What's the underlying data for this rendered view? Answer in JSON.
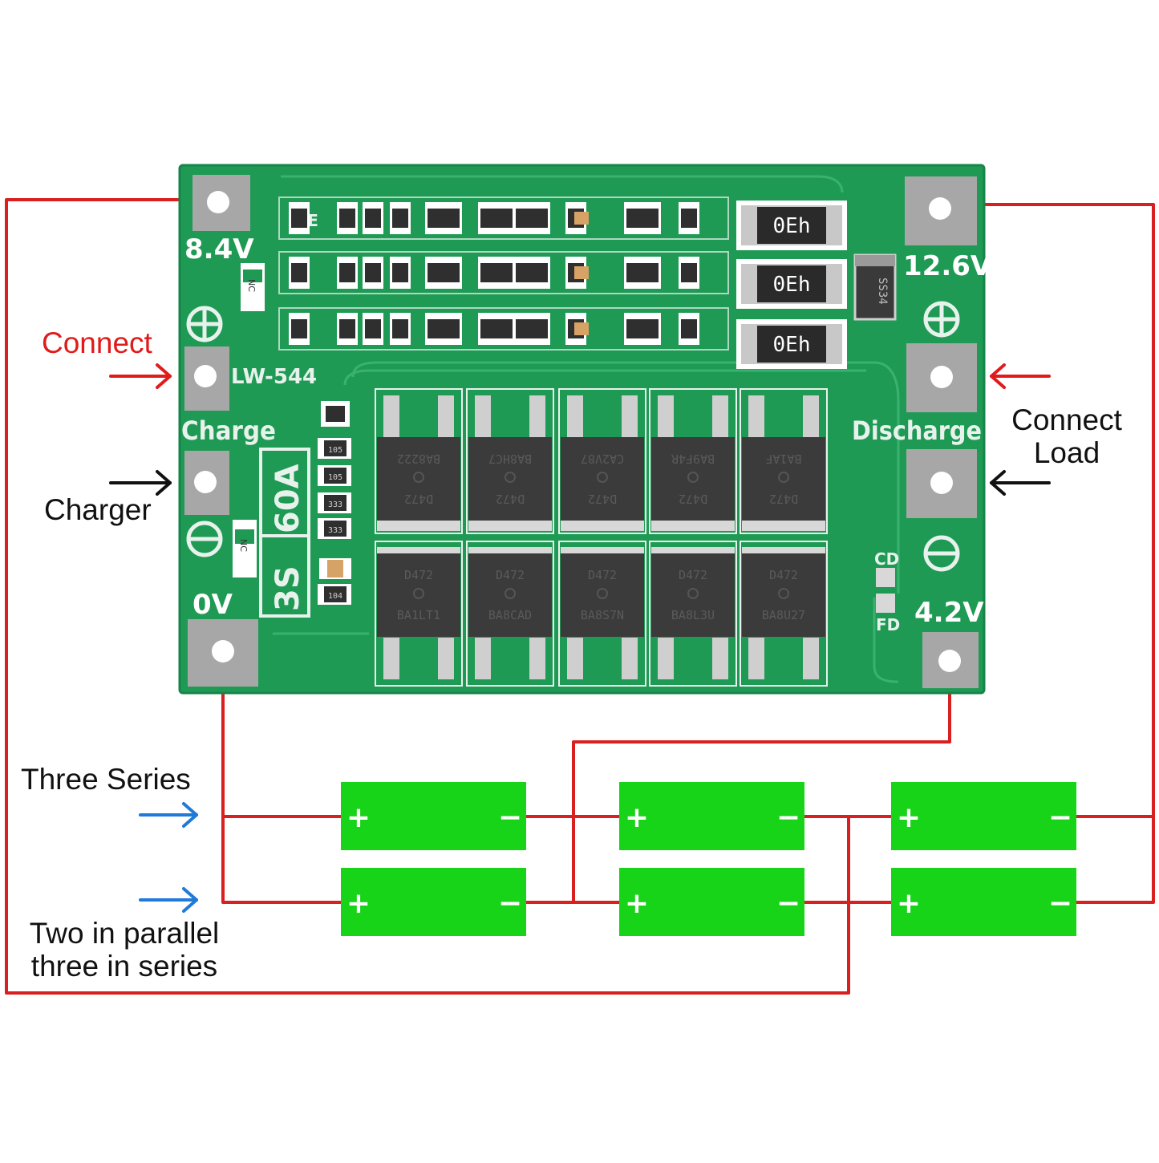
{
  "colors": {
    "wire": "#d92020",
    "arrow_red": "#e01b1b",
    "arrow_black": "#111111",
    "arrow_blue": "#1f7ad8",
    "pcb": "#1f9a54",
    "pcb_edge": "#17844a",
    "trace": "#27a95f",
    "silk": "#e8f2ec",
    "pad": "#a7a7a7",
    "battery": "#18d418",
    "mosfet": "#3b3b3b"
  },
  "labels": {
    "connect_charge": "Connect",
    "charger": "Charger",
    "connect_load": "Connect\nLoad",
    "three_series": "Three Series",
    "two_parallel_line1": "Two in parallel",
    "two_parallel_line2": "three in series"
  },
  "pcb": {
    "terminals": {
      "v84": "8.4V",
      "v126": "12.6V",
      "v0": "0V",
      "v42": "4.2V"
    },
    "silk": {
      "charge": "Charge",
      "discharge": "Discharge",
      "model": "LW-544",
      "rating_s": "3S",
      "rating_a": "60A",
      "cd": "CD",
      "fd": "FD",
      "be": "BE",
      "nc": "NC"
    },
    "shunts": [
      "0Eh",
      "0Eh",
      "0Eh"
    ],
    "diode": "SS34",
    "mosfets_top": [
      {
        "line1": "BA8222",
        "line2": "D472"
      },
      {
        "line1": "BA8HC7",
        "line2": "D472"
      },
      {
        "line1": "CA2V87",
        "line2": "D472"
      },
      {
        "line1": "BA9F4R",
        "line2": "D472"
      },
      {
        "line1": "BA1AF",
        "line2": "D472"
      }
    ],
    "mosfets_bottom": [
      {
        "line1": "D472",
        "line2": "BA1LT1"
      },
      {
        "line1": "D472",
        "line2": "BA8CAD"
      },
      {
        "line1": "D472",
        "line2": "BA8S7N"
      },
      {
        "line1": "D472",
        "line2": "BA8L3U"
      },
      {
        "line1": "D472",
        "line2": "BA8U27"
      }
    ],
    "small_resistors": [
      "105",
      "105",
      "333",
      "333",
      "104"
    ]
  },
  "batteries": {
    "plus": "+",
    "minus": "−",
    "rows": 2,
    "cols": 3
  }
}
